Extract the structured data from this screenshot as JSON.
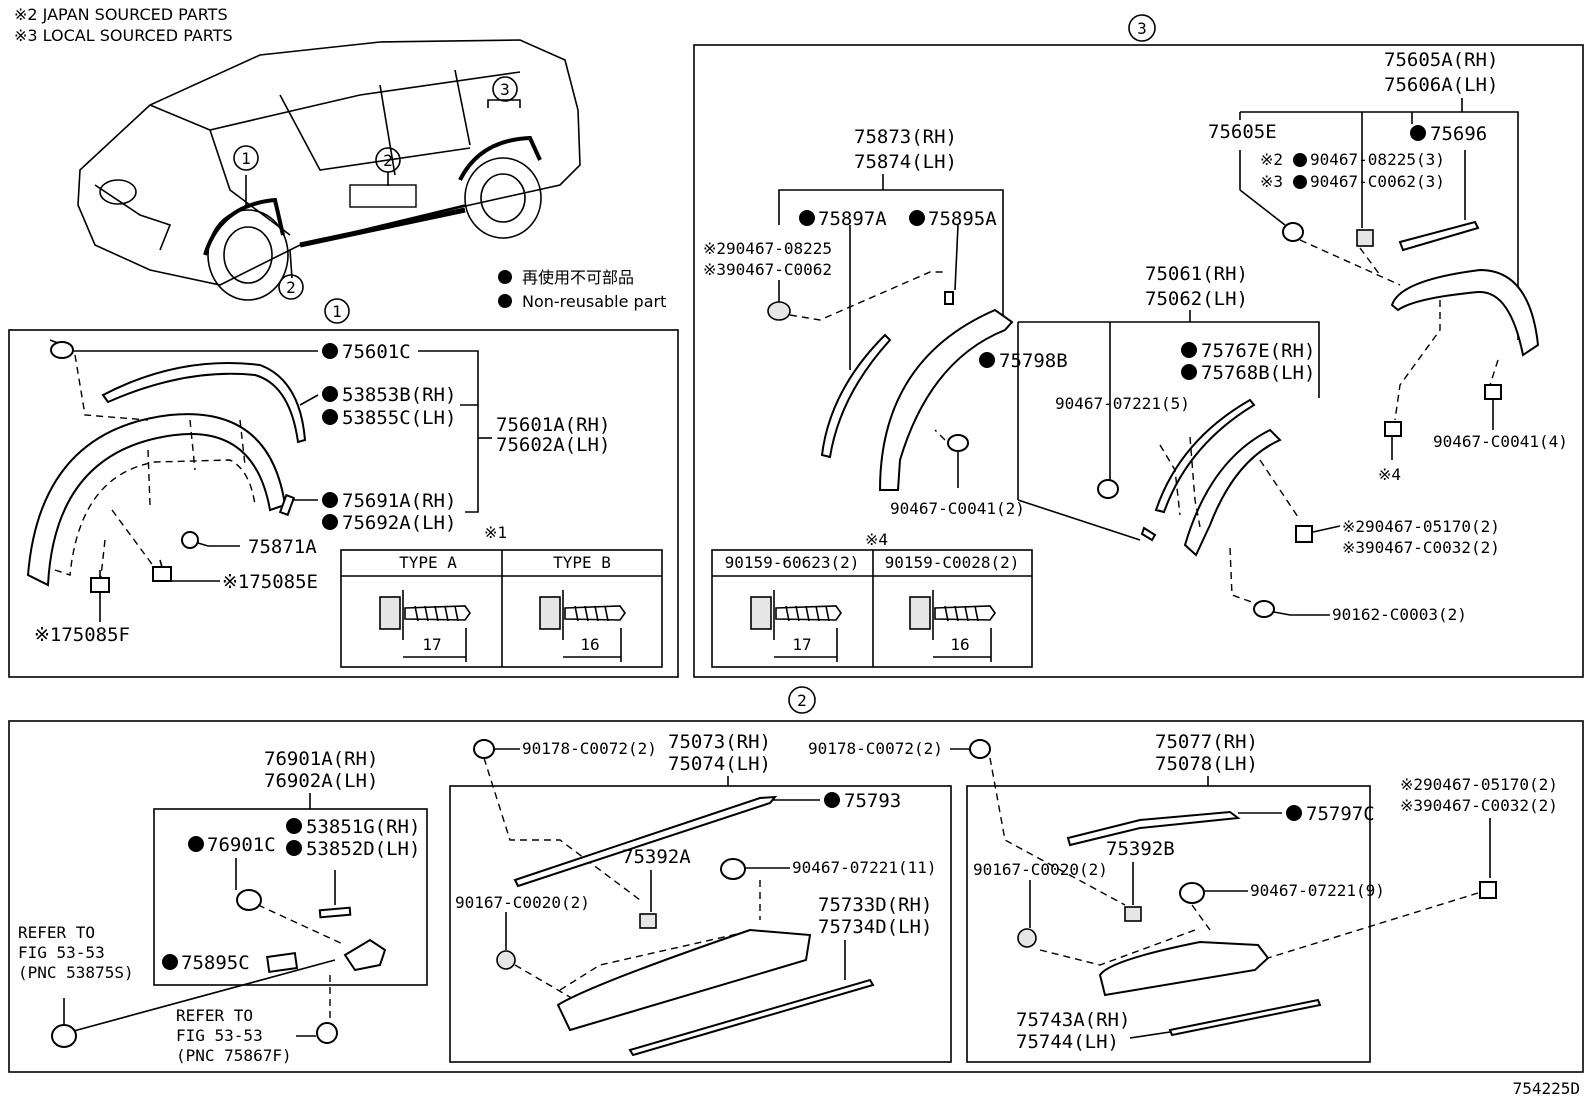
{
  "notes": {
    "note2": "※2 JAPAN SOURCED PARTS",
    "note3": "※3 LOCAL SOURCED PARTS",
    "legend_jp": "再使用不可部品",
    "legend_en": "Non-reusable part"
  },
  "callouts": {
    "c1": "1",
    "c2": "2",
    "c3": "3"
  },
  "section1": {
    "p75601C": "75601C",
    "p53853B": "53853B(RH)",
    "p53855C": "53855C(LH)",
    "p75601A": "75601A(RH)",
    "p75602A": "75602A(LH)",
    "p75691A": "75691A(RH)",
    "p75692A": "75692A(LH)",
    "p75871A": "75871A",
    "p75085E": "※175085E",
    "p75085F": "※175085F",
    "type_note": "※1",
    "type_a": "TYPE A",
    "type_b": "TYPE B",
    "len_a": "17",
    "len_b": "16"
  },
  "section3": {
    "p75605A": "75605A(RH)",
    "p75606A": "75606A(LH)",
    "p75605E": "75605E",
    "p75696": "75696",
    "p08225": "※2",
    "p08225b": "90467-08225(3)",
    "pC0062": "※3",
    "pC0062b": "90467-C0062(3)",
    "p75873": "75873(RH)",
    "p75874": "75874(LH)",
    "p75897A": "75897A",
    "p75895A": "75895A",
    "p2_08225": "※290467-08225",
    "p3_C0062": "※390467-C0062",
    "p75798B": "75798B",
    "p75061": "75061(RH)",
    "p75062": "75062(LH)",
    "p75767E": "75767E(RH)",
    "p75768B": "75768B(LH)",
    "p07221": "90467-07221(5)",
    "pC0041a": "90467-C0041(2)",
    "pC0041b": "90467-C0041(4)",
    "note4": "※4",
    "p05170": "※290467-05170(2)",
    "pC0032": "※390467-C0032(2)",
    "p90162": "90162-C0003(2)",
    "table_note": "※4",
    "t_a": "90159-60623(2)",
    "t_b": "90159-C0028(2)",
    "len_a": "17",
    "len_b": "16"
  },
  "section2": {
    "p76901A": "76901A(RH)",
    "p76902A": "76902A(LH)",
    "p53851G": "53851G(RH)",
    "p53852D": "53852D(LH)",
    "p76901C": "76901C",
    "p75895C": "75895C",
    "ref1_a": "REFER TO",
    "ref1_b": "FIG 53-53",
    "ref1_c": "(PNC 53875S)",
    "ref2_a": "REFER TO",
    "ref2_b": "FIG 53-53",
    "ref2_c": "(PNC 75867F)",
    "p90178a": "90178-C0072(2)",
    "p75073": "75073(RH)",
    "p75074": "75074(LH)",
    "p75793": "75793",
    "p75392A": "75392A",
    "p07221_11": "90467-07221(11)",
    "p90167a": "90167-C0020(2)",
    "p75733D": "75733D(RH)",
    "p75734D": "75734D(LH)",
    "p90178b": "90178-C0072(2)",
    "p75077": "75077(RH)",
    "p75078": "75078(LH)",
    "p75797C": "75797C",
    "p75392B": "75392B",
    "p90167b": "90167-C0020(2)",
    "p07221_9": "90467-07221(9)",
    "p75743A": "75743A(RH)",
    "p75744": "75744(LH)",
    "p05170": "※290467-05170(2)",
    "pC0032": "※390467-C0032(2)"
  },
  "figure_id": "754225D"
}
